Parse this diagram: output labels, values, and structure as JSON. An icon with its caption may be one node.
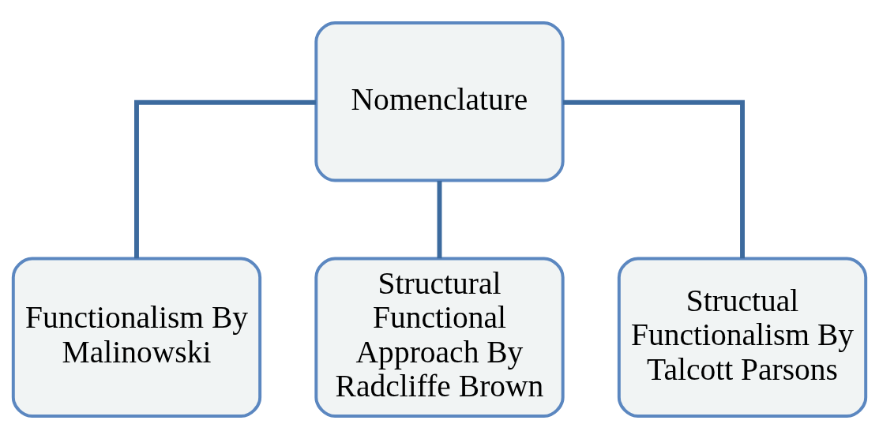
{
  "diagram": {
    "nodes": [
      {
        "text": [
          "Nomenclature"
        ]
      },
      {
        "text": [
          "Functionalism By Malinowski"
        ]
      },
      {
        "text": [
          "Structural Functional Approach By Radcliffe Brown"
        ]
      },
      {
        "text": [
          "Structual Functionalism By Talcott Parsons"
        ]
      }
    ],
    "edges": [
      {
        "from": 0,
        "to": 1,
        "arrow": "none"
      },
      {
        "from": 0,
        "to": 2,
        "arrow": "none"
      },
      {
        "from": 0,
        "to": 3,
        "arrow": "none"
      }
    ]
  }
}
